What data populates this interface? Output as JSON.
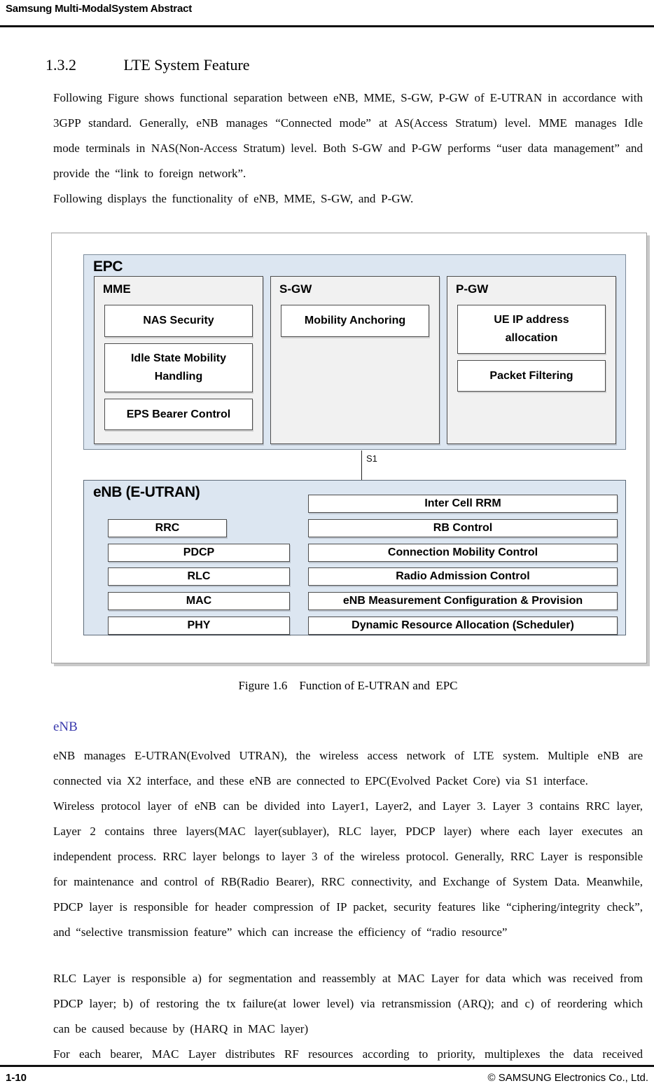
{
  "header": {
    "title": "Samsung Multi-ModalSystem Abstract"
  },
  "section": {
    "number": "1.3.2",
    "title": "LTE System Feature"
  },
  "paragraphs": {
    "intro1": "Following Figure shows functional separation between eNB, MME, S-GW, P-GW of E-UTRAN in accordance with 3GPP standard. Generally, eNB manages “Connected mode” at AS(Access Stratum) level. MME manages Idle mode terminals in NAS(Non-Access Stratum) level. Both S-GW and P-GW performs “user data management” and provide the “link to foreign network”.",
    "intro2": "Following displays the functionality of eNB, MME, S-GW, and P-GW."
  },
  "figure": {
    "caption": "Figure 1.6    Function of E-UTRAN and  EPC",
    "s1_label": "S1",
    "epc": {
      "label": "EPC",
      "columns": [
        {
          "label": "MME",
          "items": [
            "NAS Security",
            "Idle State Mobility Handling",
            "EPS Bearer Control"
          ]
        },
        {
          "label": "S-GW",
          "items": [
            "Mobility Anchoring"
          ]
        },
        {
          "label": "P-GW",
          "items": [
            "UE IP address allocation",
            "Packet Filtering"
          ]
        }
      ]
    },
    "enb": {
      "label": "eNB (E-UTRAN)",
      "left_stack": [
        "RRC",
        "PDCP",
        "RLC",
        "MAC",
        "PHY"
      ],
      "right_stack": [
        "Inter Cell RRM",
        "RB Control",
        "Connection Mobility Control",
        "Radio Admission Control",
        "eNB Measurement Configuration & Provision",
        "Dynamic Resource Allocation (Scheduler)"
      ]
    }
  },
  "enb_section": {
    "heading": "eNB",
    "para1": "eNB manages E-UTRAN(Evolved UTRAN), the wireless access network of LTE system. Multiple eNB are connected via X2 interface, and these eNB are connected to EPC(Evolved Packet Core) via S1 interface.",
    "para2": "Wireless protocol layer of eNB can be divided into Layer1, Layer2, and Layer 3. Layer 3 contains RRC layer, Layer 2 contains three layers(MAC layer(sublayer), RLC layer, PDCP layer) where each layer executes an independent process. RRC layer belongs to layer 3 of the wireless protocol. Generally, RRC Layer is responsible for maintenance and control of RB(Radio Bearer), RRC connectivity, and Exchange of System Data. Meanwhile, PDCP layer is responsible for header compression of IP packet, security features like “ciphering/integrity check”, and “selective transmission feature” which can increase the efficiency of “radio resource”",
    "para3": "RLC Layer is responsible a) for segmentation and reassembly at MAC Layer for data which was received from PDCP layer; b) of restoring the tx failure(at lower level) via retransmission (ARQ); and c) of reordering which can be caused because by (HARQ in MAC layer)",
    "para4": "For each bearer, MAC Layer distributes RF resources according to priority, multiplexes the data received"
  },
  "footer": {
    "page_number": "1-10",
    "copyright": "© SAMSUNG Electronics Co., Ltd."
  },
  "colors": {
    "epc_fill": "#dce6f1",
    "node_fill": "#f1f1f1",
    "enb_heading": "#3a3aad",
    "rule": "#111111"
  }
}
